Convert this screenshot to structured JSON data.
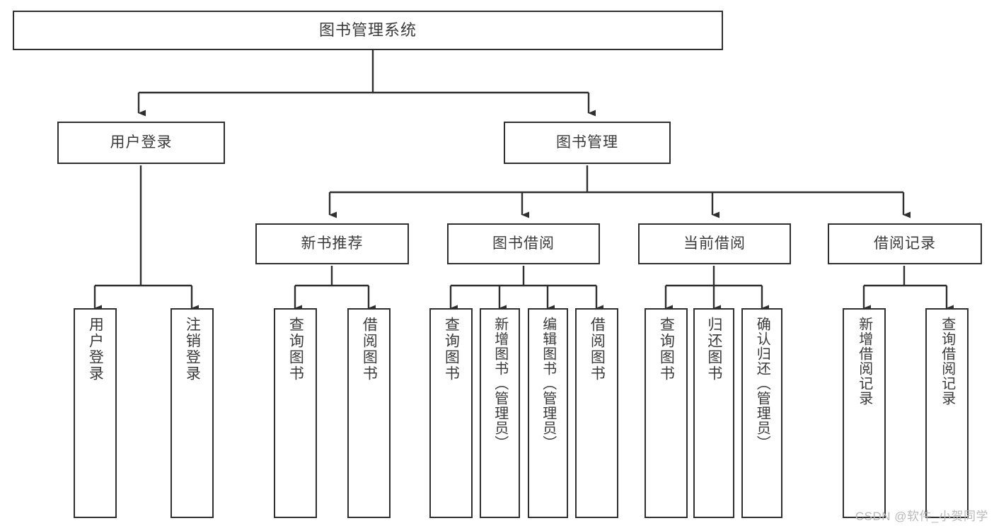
{
  "diagram": {
    "title": "图书管理系统",
    "type": "hierarchy-tree",
    "watermark": "CSDN @软件_小贺同学",
    "colors": {
      "box_border": "#2f2f2f",
      "box_fill": "#ffffff",
      "text": "#3a3a3a",
      "connector": "#2f2f2f",
      "watermark": "#b9b9b9",
      "background": "#ffffff"
    },
    "nodes": {
      "root": {
        "label": "图书管理系统"
      },
      "level2": [
        {
          "label": "用户登录"
        },
        {
          "label": "图书管理"
        }
      ],
      "level3": [
        {
          "label": "新书推荐"
        },
        {
          "label": "图书借阅"
        },
        {
          "label": "当前借阅"
        },
        {
          "label": "借阅记录"
        }
      ],
      "leaves": {
        "user_login": [
          {
            "label": "用户登录"
          },
          {
            "label": "注销登录"
          }
        ],
        "new_book": [
          {
            "label": "查询图书"
          },
          {
            "label": "借阅图书"
          }
        ],
        "book_borrow": [
          {
            "label": "查询图书"
          },
          {
            "label": "新增图书（管理员）"
          },
          {
            "label": "编辑图书（管理员）"
          },
          {
            "label": "借阅图书"
          }
        ],
        "current_borrow": [
          {
            "label": "查询图书"
          },
          {
            "label": "归还图书"
          },
          {
            "label": "确认归还（管理员）"
          }
        ],
        "borrow_record": [
          {
            "label": "新增借阅记录"
          },
          {
            "label": "查询借阅记录"
          }
        ]
      }
    }
  }
}
